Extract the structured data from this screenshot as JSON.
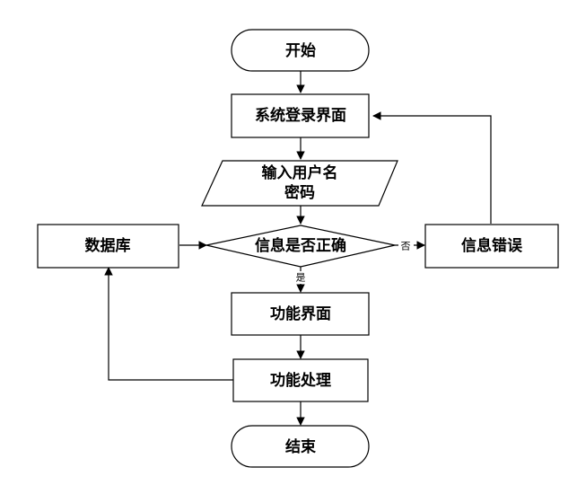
{
  "diagram": {
    "nodes": {
      "start": "开始",
      "login": "系统登录界面",
      "input_line1": "输入用户名",
      "input_line2": "密码",
      "decision": "信息是否正确",
      "error": "信息错误",
      "database": "数据库",
      "function_ui": "功能界面",
      "function_proc": "功能处理",
      "end": "结束"
    },
    "edge_labels": {
      "no": "否",
      "yes": "是"
    }
  }
}
